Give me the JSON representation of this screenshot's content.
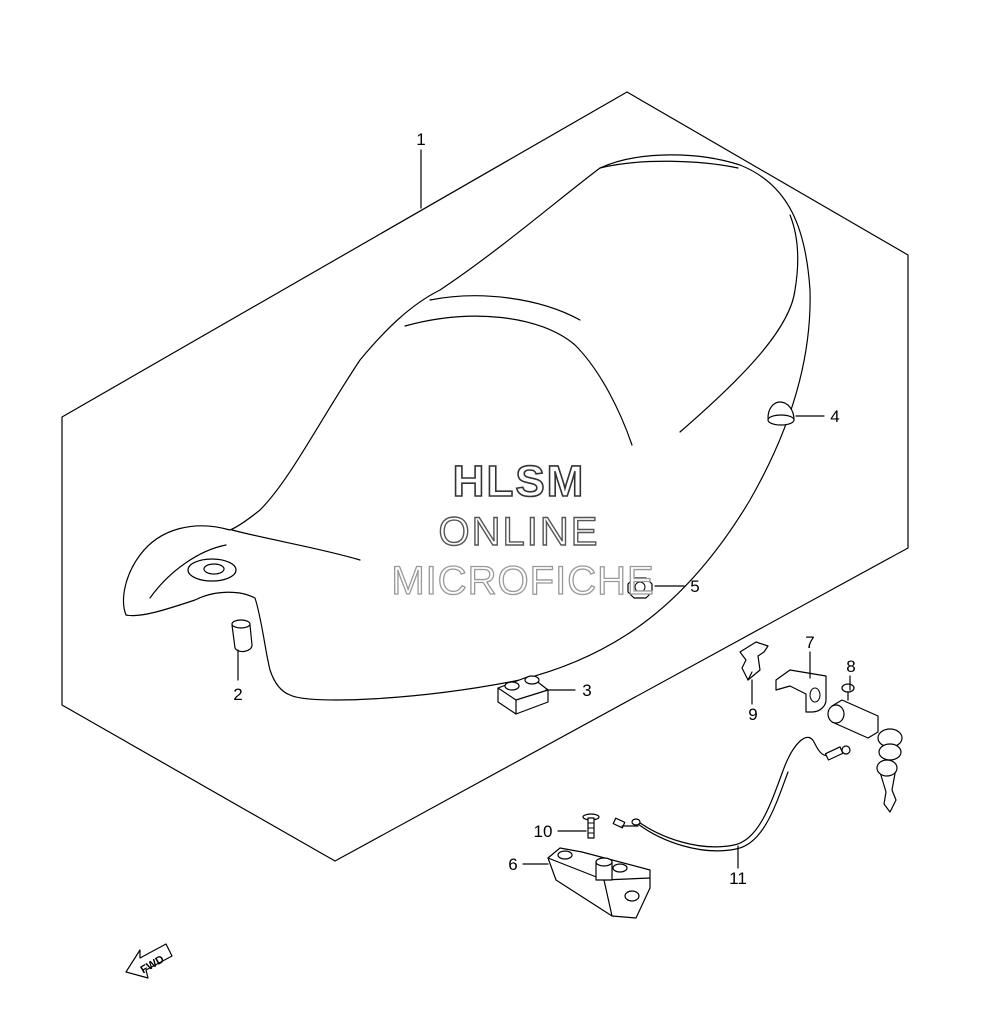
{
  "watermark": {
    "line1": "HLSM",
    "line2": "ONLINE",
    "line3": "MICROFICHE"
  },
  "direction_label": "FWD",
  "callouts": [
    {
      "id": "1",
      "part": "seat"
    },
    {
      "id": "2",
      "part": "cushion-left"
    },
    {
      "id": "3",
      "part": "cushion-block"
    },
    {
      "id": "4",
      "part": "cushion-right"
    },
    {
      "id": "5",
      "part": "nut"
    },
    {
      "id": "6",
      "part": "seat-lock"
    },
    {
      "id": "7",
      "part": "bracket"
    },
    {
      "id": "8",
      "part": "key-lock"
    },
    {
      "id": "9",
      "part": "clip"
    },
    {
      "id": "10",
      "part": "screw"
    },
    {
      "id": "11",
      "part": "cable"
    }
  ]
}
